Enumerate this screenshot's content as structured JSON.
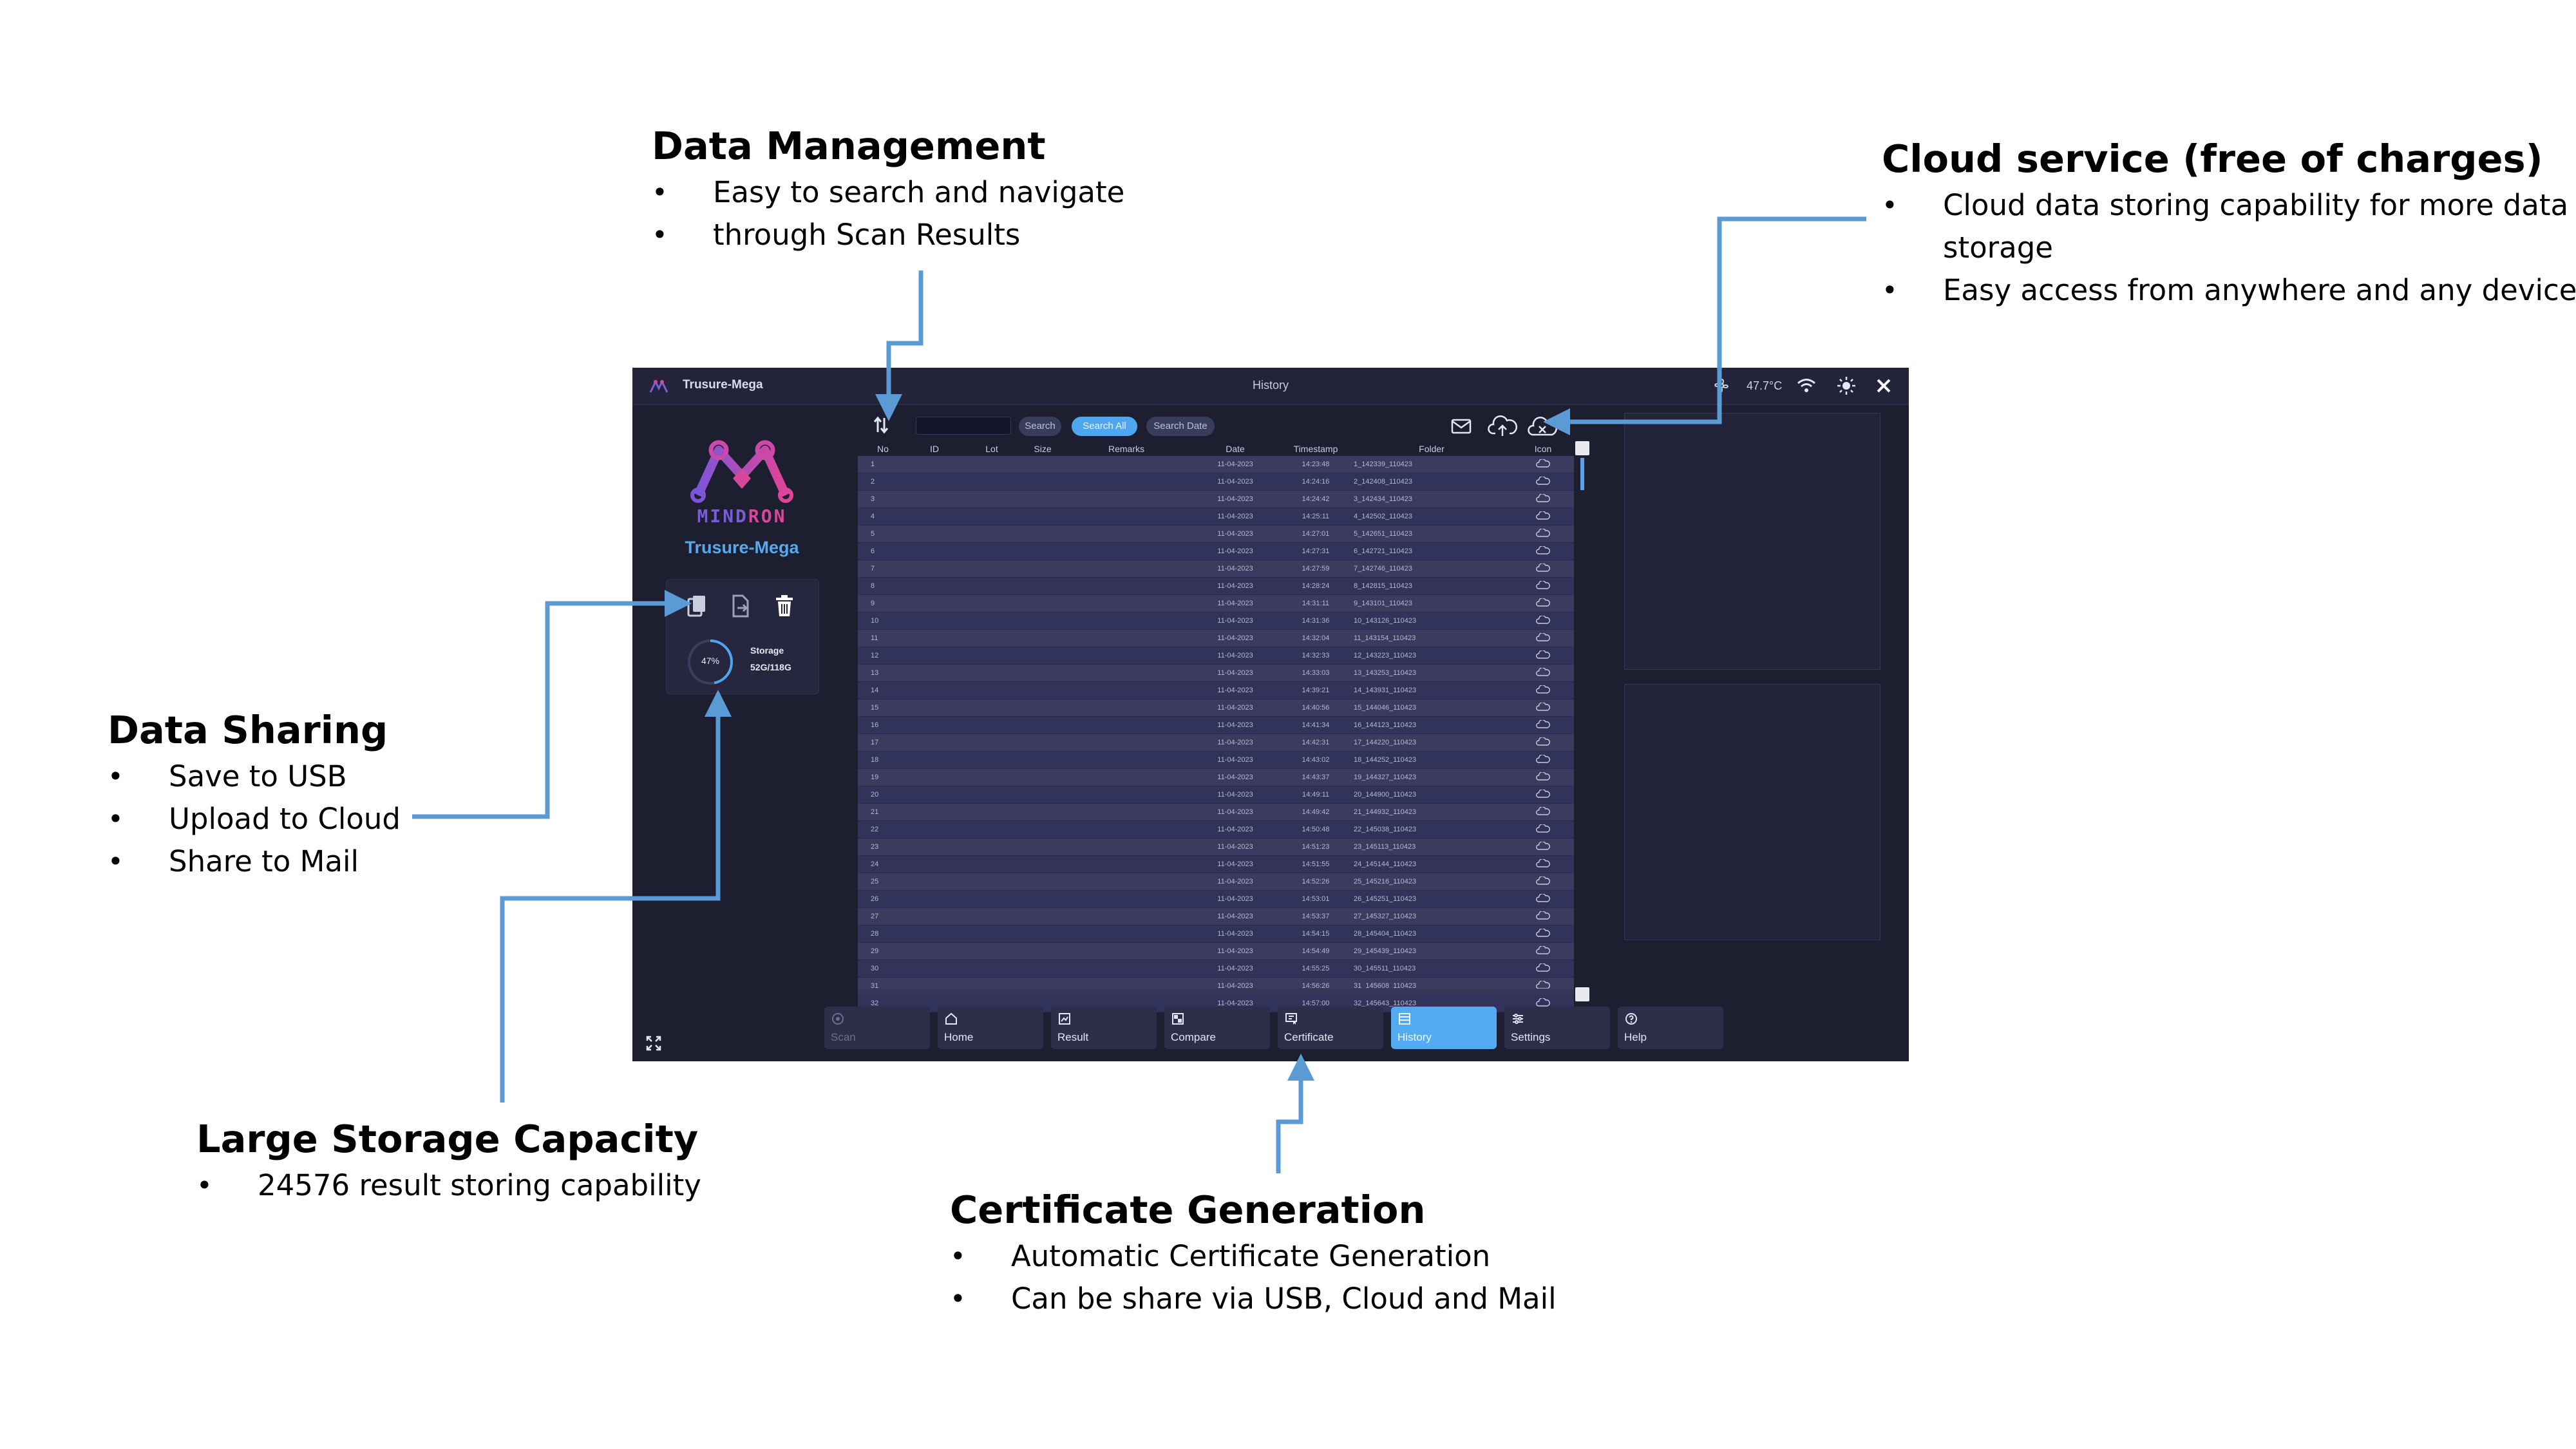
{
  "annotations": {
    "data_management": {
      "title": "Data Management",
      "bullets": [
        "Easy to search and navigate",
        "through Scan Results"
      ]
    },
    "cloud_service": {
      "title": "Cloud service (free of charges)",
      "bullets": [
        "Cloud data storing  capability for more data storage",
        "Easy access from anywhere and any device"
      ]
    },
    "data_sharing": {
      "title": "Data Sharing",
      "bullets": [
        "Save to USB",
        "Upload to Cloud",
        "Share to Mail"
      ]
    },
    "storage": {
      "title": "Large Storage Capacity",
      "bullets": [
        "24576 result storing capability"
      ]
    },
    "certificate": {
      "title": "Certificate Generation",
      "bullets": [
        "Automatic Certificate Generation",
        "Can be share via USB, Cloud and Mail"
      ]
    }
  },
  "app": {
    "name": "Trusure-Mega",
    "window_title": "History",
    "temperature": "47.7°C",
    "brand_part1": "MIND",
    "brand_part2": "RON",
    "device_name": "Trusure-Mega",
    "storage_label": "Storage",
    "storage_value": "52G/118G",
    "storage_percent_label": "47%",
    "storage_percent": 47,
    "accent_color": "#4fa6f0"
  },
  "toolbar": {
    "search_placeholder": "",
    "search_label": "Search",
    "search_all_label": "Search All",
    "search_date_label": "Search Date"
  },
  "table": {
    "columns": [
      "No",
      "ID",
      "Lot",
      "Size",
      "Remarks",
      "Date",
      "Timestamp",
      "Folder",
      "Icon"
    ],
    "rows": [
      [
        "1",
        "",
        "",
        "",
        "",
        "11-04-2023",
        "14:23:48",
        "1_142339_110423"
      ],
      [
        "2",
        "",
        "",
        "",
        "",
        "11-04-2023",
        "14:24:16",
        "2_142408_110423"
      ],
      [
        "3",
        "",
        "",
        "",
        "",
        "11-04-2023",
        "14:24:42",
        "3_142434_110423"
      ],
      [
        "4",
        "",
        "",
        "",
        "",
        "11-04-2023",
        "14:25:11",
        "4_142502_110423"
      ],
      [
        "5",
        "",
        "",
        "",
        "",
        "11-04-2023",
        "14:27:01",
        "5_142651_110423"
      ],
      [
        "6",
        "",
        "",
        "",
        "",
        "11-04-2023",
        "14:27:31",
        "6_142721_110423"
      ],
      [
        "7",
        "",
        "",
        "",
        "",
        "11-04-2023",
        "14:27:59",
        "7_142746_110423"
      ],
      [
        "8",
        "",
        "",
        "",
        "",
        "11-04-2023",
        "14:28:24",
        "8_142815_110423"
      ],
      [
        "9",
        "",
        "",
        "",
        "",
        "11-04-2023",
        "14:31:11",
        "9_143101_110423"
      ],
      [
        "10",
        "",
        "",
        "",
        "",
        "11-04-2023",
        "14:31:36",
        "10_143126_110423"
      ],
      [
        "11",
        "",
        "",
        "",
        "",
        "11-04-2023",
        "14:32:04",
        "11_143154_110423"
      ],
      [
        "12",
        "",
        "",
        "",
        "",
        "11-04-2023",
        "14:32:33",
        "12_143223_110423"
      ],
      [
        "13",
        "",
        "",
        "",
        "",
        "11-04-2023",
        "14:33:03",
        "13_143253_110423"
      ],
      [
        "14",
        "",
        "",
        "",
        "",
        "11-04-2023",
        "14:39:21",
        "14_143931_110423"
      ],
      [
        "15",
        "",
        "",
        "",
        "",
        "11-04-2023",
        "14:40:56",
        "15_144046_110423"
      ],
      [
        "16",
        "",
        "",
        "",
        "",
        "11-04-2023",
        "14:41:34",
        "16_144123_110423"
      ],
      [
        "17",
        "",
        "",
        "",
        "",
        "11-04-2023",
        "14:42:31",
        "17_144220_110423"
      ],
      [
        "18",
        "",
        "",
        "",
        "",
        "11-04-2023",
        "14:43:02",
        "18_144252_110423"
      ],
      [
        "19",
        "",
        "",
        "",
        "",
        "11-04-2023",
        "14:43:37",
        "19_144327_110423"
      ],
      [
        "20",
        "",
        "",
        "",
        "",
        "11-04-2023",
        "14:49:11",
        "20_144900_110423"
      ],
      [
        "21",
        "",
        "",
        "",
        "",
        "11-04-2023",
        "14:49:42",
        "21_144932_110423"
      ],
      [
        "22",
        "",
        "",
        "",
        "",
        "11-04-2023",
        "14:50:48",
        "22_145038_110423"
      ],
      [
        "23",
        "",
        "",
        "",
        "",
        "11-04-2023",
        "14:51:23",
        "23_145113_110423"
      ],
      [
        "24",
        "",
        "",
        "",
        "",
        "11-04-2023",
        "14:51:55",
        "24_145144_110423"
      ],
      [
        "25",
        "",
        "",
        "",
        "",
        "11-04-2023",
        "14:52:26",
        "25_145216_110423"
      ],
      [
        "26",
        "",
        "",
        "",
        "",
        "11-04-2023",
        "14:53:01",
        "26_145251_110423"
      ],
      [
        "27",
        "",
        "",
        "",
        "",
        "11-04-2023",
        "14:53:37",
        "27_145327_110423"
      ],
      [
        "28",
        "",
        "",
        "",
        "",
        "11-04-2023",
        "14:54:15",
        "28_145404_110423"
      ],
      [
        "29",
        "",
        "",
        "",
        "",
        "11-04-2023",
        "14:54:49",
        "29_145439_110423"
      ],
      [
        "30",
        "",
        "",
        "",
        "",
        "11-04-2023",
        "14:55:25",
        "30_145511_110423"
      ],
      [
        "31",
        "",
        "",
        "",
        "",
        "11-04-2023",
        "14:56:26",
        "31_145608_110423"
      ],
      [
        "32",
        "",
        "",
        "",
        "",
        "11-04-2023",
        "14:57:00",
        "32_145643_110423"
      ]
    ],
    "row_icon": "cloud-icon"
  },
  "nav": {
    "scan": "Scan",
    "home": "Home",
    "result": "Result",
    "compare": "Compare",
    "certificate": "Certificate",
    "history": "History",
    "settings": "Settings",
    "help": "Help"
  },
  "icons": [
    "app-logo-icon",
    "fan-icon",
    "wifi-icon",
    "brightness-icon",
    "close-icon",
    "copy-icon",
    "export-icon",
    "trash-icon",
    "sort-icon",
    "mail-icon",
    "upload-cloud-icon",
    "cloud-off-icon",
    "fullscreen-icon"
  ]
}
